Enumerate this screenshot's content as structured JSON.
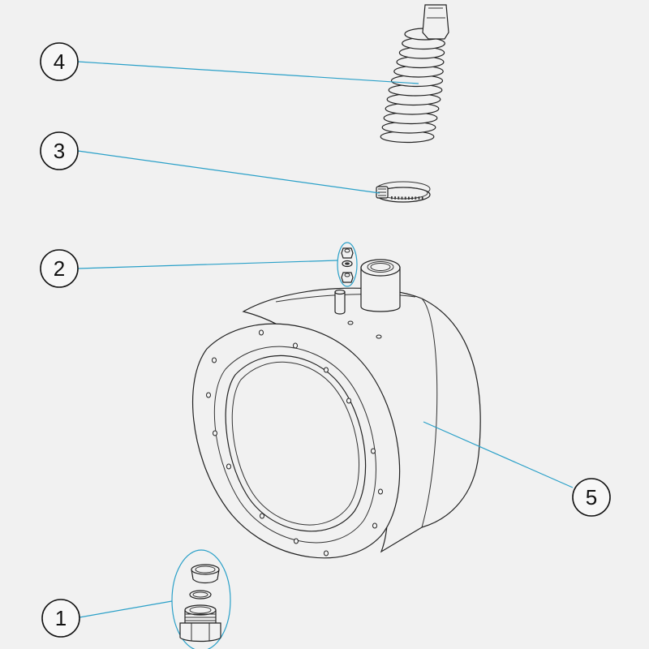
{
  "diagram": {
    "callouts": [
      {
        "number": "1",
        "part": "fitting-set"
      },
      {
        "number": "2",
        "part": "nut-washer-set"
      },
      {
        "number": "3",
        "part": "hose-clamp"
      },
      {
        "number": "4",
        "part": "corrugated-hose"
      },
      {
        "number": "5",
        "part": "niche-housing"
      }
    ],
    "colors": {
      "background": "#f1f1f1",
      "leader_line": "#2aa0c8",
      "outline": "#222222"
    }
  }
}
